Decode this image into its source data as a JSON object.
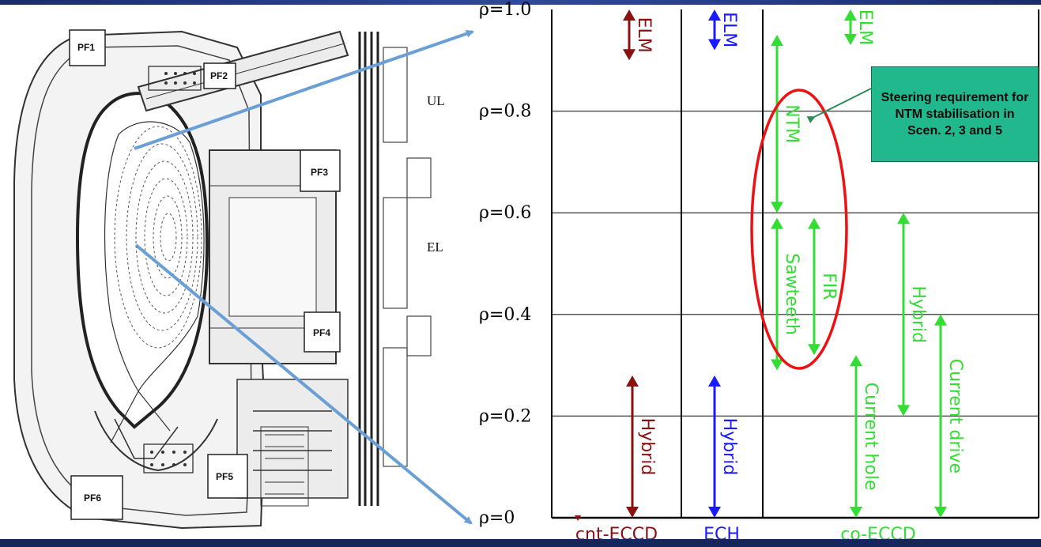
{
  "drawing": {
    "labels": [
      "PF1",
      "PF2",
      "PF3",
      "PF4",
      "PF5",
      "PF6",
      "UL",
      "EL"
    ]
  },
  "chart": {
    "y_ticks": [
      "ρ=1.0",
      "ρ=0.8",
      "ρ=0.6",
      "ρ=0.4",
      "ρ=0.2",
      "ρ=0"
    ],
    "columns": [
      "cnt-ECCD",
      "ECH",
      "co-ECCD"
    ],
    "colors": {
      "cnt": "#8b1010",
      "ech": "#1a1aff",
      "co": "#33dd33",
      "ring": "#ee1111",
      "callout": "#22b88e",
      "arrow": "#6a9fd6"
    },
    "ranges": [
      {
        "label": "ELM",
        "column": "cnt-ECCD",
        "from": 0.9,
        "to": 1.0,
        "color": "cnt"
      },
      {
        "label": "Hybrid",
        "column": "cnt-ECCD",
        "from": 0.0,
        "to": 0.28,
        "color": "cnt"
      },
      {
        "label": "ELM",
        "column": "ECH",
        "from": 0.92,
        "to": 1.0,
        "color": "ech"
      },
      {
        "label": "Hybrid",
        "column": "ECH",
        "from": 0.0,
        "to": 0.28,
        "color": "ech"
      },
      {
        "label": "ELM",
        "column": "co-ECCD",
        "from": 0.93,
        "to": 1.0,
        "color": "co"
      },
      {
        "label": "NTM",
        "column": "co-ECCD",
        "from": 0.6,
        "to": 0.95,
        "color": "co"
      },
      {
        "label": "Sawteeth",
        "column": "co-ECCD",
        "from": 0.29,
        "to": 0.59,
        "color": "co"
      },
      {
        "label": "FIR",
        "column": "co-ECCD",
        "from": 0.32,
        "to": 0.59,
        "color": "co"
      },
      {
        "label": "Hybrid",
        "column": "co-ECCD",
        "from": 0.2,
        "to": 0.6,
        "color": "co"
      },
      {
        "label": "Current hole",
        "column": "co-ECCD",
        "from": 0.0,
        "to": 0.32,
        "color": "co"
      },
      {
        "label": "Current drive",
        "column": "co-ECCD",
        "from": 0.0,
        "to": 0.4,
        "color": "co"
      }
    ],
    "callout_text": "Steering requirement for NTM stabilisation in Scen. 2, 3 and 5"
  }
}
